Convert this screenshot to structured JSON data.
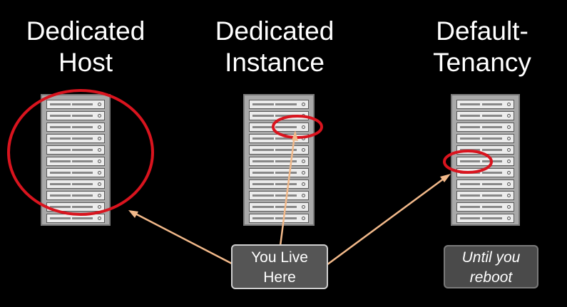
{
  "columns": [
    {
      "title_line1": "Dedicated",
      "title_line2": "Host"
    },
    {
      "title_line1": "Dedicated",
      "title_line2": "Instance"
    },
    {
      "title_line1": "Default-",
      "title_line2": "Tenancy"
    }
  ],
  "callouts": {
    "you_live_here": {
      "line1": "You Live",
      "line2": "Here"
    },
    "until_reboot": {
      "line1": "Until you",
      "line2": "reboot"
    }
  },
  "colors": {
    "background": "#000000",
    "highlight_circle": "#d9141e",
    "arrow": "#f2b98a",
    "rack": "#a9a9a9"
  }
}
